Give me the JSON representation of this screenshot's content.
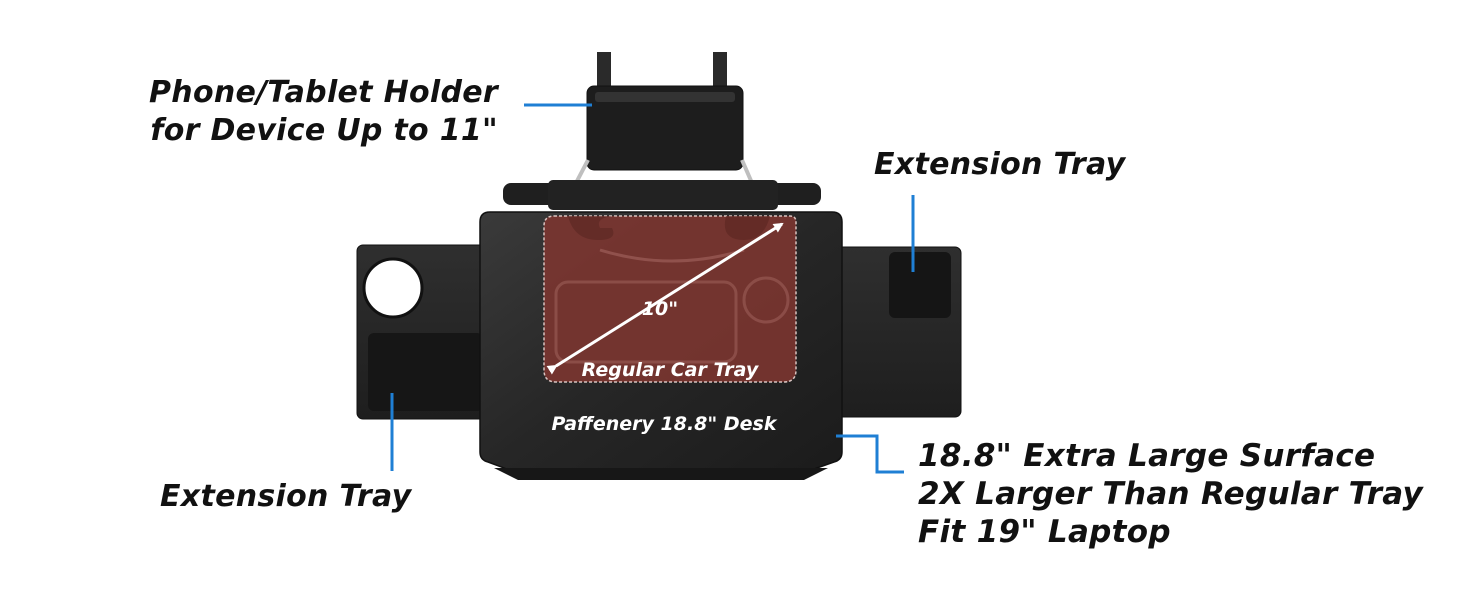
{
  "product": {
    "desk_label": "Paffenery 18.8\" Desk",
    "regular_tray_label": "Regular Car Tray",
    "diagonal_label": "10\""
  },
  "callouts": {
    "holder": {
      "lines": [
        "Phone/Tablet Holder",
        "for Device Up to 11\""
      ]
    },
    "extension_right": {
      "text": "Extension Tray"
    },
    "extension_left": {
      "text": "Extension Tray"
    },
    "surface": {
      "lines": [
        "18.8\" Extra Large Surface",
        "2X Larger Than Regular Tray",
        "Fit 19\" Laptop"
      ]
    }
  },
  "colors": {
    "accent_line": "#1f7fd4",
    "tray_body": "#242424",
    "regular_tray_overlay": "#7a3530",
    "text": "#111111"
  }
}
